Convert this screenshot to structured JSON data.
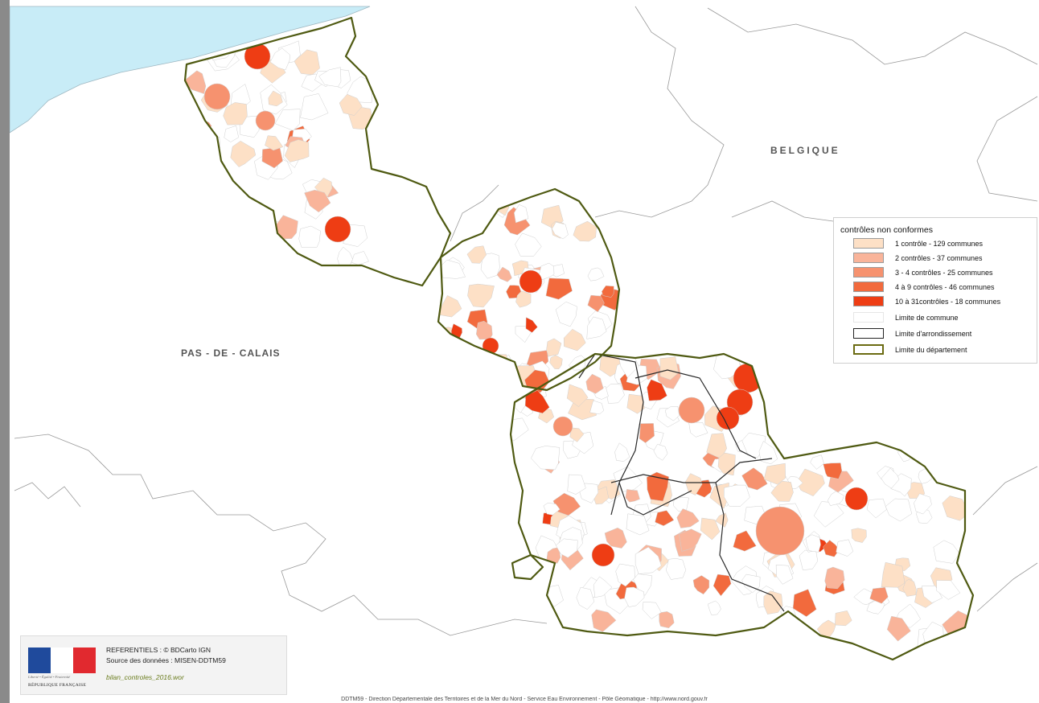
{
  "labels": {
    "country": "BELGIQUE",
    "department": "PAS - DE - CALAIS"
  },
  "legend": {
    "title": "contrôles non conformes",
    "classes": [
      {
        "label": "1 contrôle - 129 communes",
        "color": "#fde0c6"
      },
      {
        "label": "2 contrôles - 37 communes",
        "color": "#f9b49a"
      },
      {
        "label": "3 - 4 contrôles - 25 communes",
        "color": "#f6926f"
      },
      {
        "label": "4 à 9 contrôles - 46 communes",
        "color": "#f26a3d"
      },
      {
        "label": "10 à 31contrôles - 18 communes",
        "color": "#ee3d14"
      }
    ],
    "boundaries": [
      {
        "label": "Limite de commune",
        "color": "#e6e6e6"
      },
      {
        "label": "Limite d'arrondissement",
        "color": "#222222"
      },
      {
        "label": "Limite du département",
        "color": "#6b6b12"
      }
    ]
  },
  "credits": {
    "line1": "REFERENTIELS : © BDCarto IGN",
    "line2": "Source des données : MISEN-DDTM59",
    "file": "bilan_controles_2016.wor",
    "motto": "Liberté • Égalité • Fraternité",
    "republic": "RÉPUBLIQUE FRANÇAISE"
  },
  "footer": "DDTM59 - Direction Départementale des Territoires et de la Mer du Nord - Service Eau Environnement - Pôle Géomatique - http://www.nord.gouv.fr",
  "colors": {
    "sea": "#c8ecf7",
    "department_border": "#4f5a12",
    "commune_border": "#cfcfcf",
    "arrondissement_border": "#2a2a2a",
    "outside_border": "#999999",
    "flag_blue": "#1f4a9c",
    "flag_white": "#ffffff",
    "flag_red": "#e1292f"
  }
}
